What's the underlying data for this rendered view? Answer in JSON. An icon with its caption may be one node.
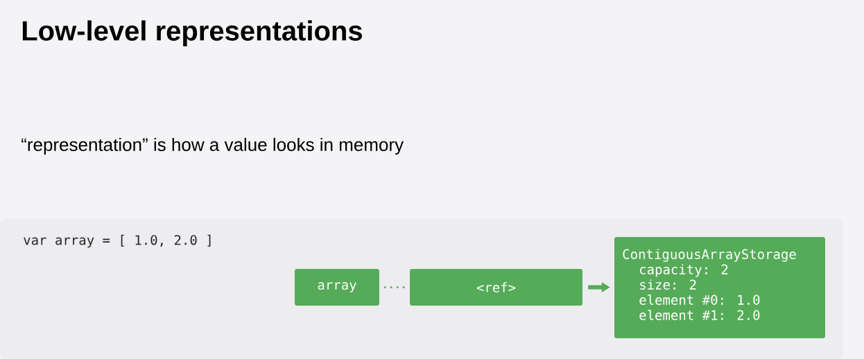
{
  "diagram": {
    "title": "Low-level representations",
    "nodes": [
      {
        "text": [
          "var array = [ 1.0, 2.0 ]"
        ]
      },
      {
        "text": [
          "array"
        ],
        "in": 0
      },
      {
        "text": [
          "<ref>"
        ],
        "in": 0
      },
      {
        "text": [
          "ContiguousArrayStorage",
          "capacity: 2",
          "size: 2",
          "element #0: 1.0",
          "element #1: 2.0"
        ],
        "in": 0
      }
    ],
    "edges": [
      {
        "from": 1,
        "to": 2,
        "arrow": "none",
        "style": "dashed"
      },
      {
        "from": 2,
        "to": 3,
        "arrow": "to",
        "style": "thick"
      }
    ],
    "labels": [
      "“representation” is how a value looks in memory"
    ]
  }
}
